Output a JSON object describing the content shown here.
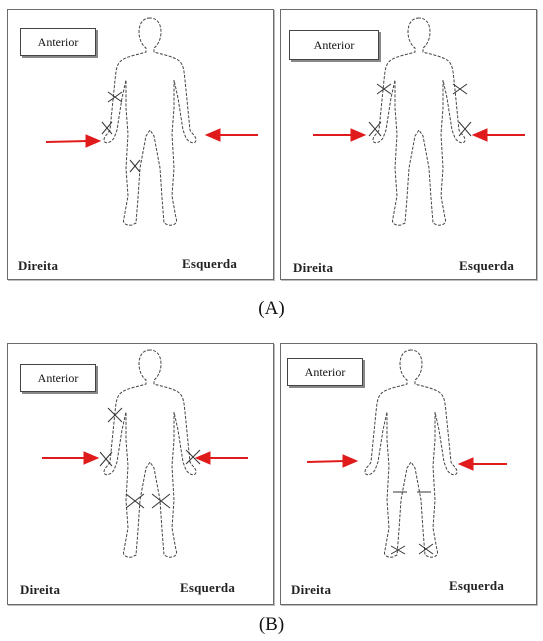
{
  "figures": [
    {
      "caption": "(A)",
      "panels": [
        {
          "view_label": "Anterior",
          "right_label": "Direita",
          "left_label": "Esquerda"
        },
        {
          "view_label": "Anterior",
          "right_label": "Direita",
          "left_label": "Esquerda"
        }
      ]
    },
    {
      "caption": "(B)",
      "panels": [
        {
          "view_label": "Anterior",
          "right_label": "Direita",
          "left_label": "Esquerda"
        },
        {
          "view_label": "Anterior",
          "right_label": "Direita",
          "left_label": "Esquerda"
        }
      ]
    }
  ],
  "colors": {
    "arrow": "#e01b1b",
    "outline": "#444444",
    "marks": "#333333"
  },
  "icons": [
    "human-body-outline-icon",
    "red-arrow-icon",
    "pain-mark-icon"
  ]
}
